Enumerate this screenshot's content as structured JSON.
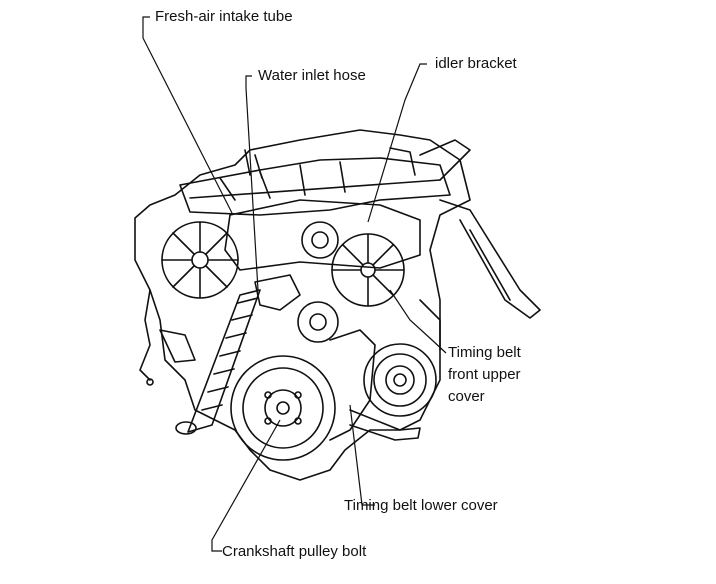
{
  "labels": {
    "fresh_air_intake_tube": "Fresh-air intake tube",
    "water_inlet_hose": "Water inlet hose",
    "idler_bracket": "idler bracket",
    "timing_belt_front_upper_cover_1": "Timing belt",
    "timing_belt_front_upper_cover_2": "front upper",
    "timing_belt_front_upper_cover_3": "cover",
    "timing_belt_lower_cover": "Timing belt lower cover",
    "crankshaft_pulley_bolt": "Crankshaft pulley bolt"
  },
  "colors": {
    "ink": "#111111",
    "paper": "#ffffff"
  }
}
